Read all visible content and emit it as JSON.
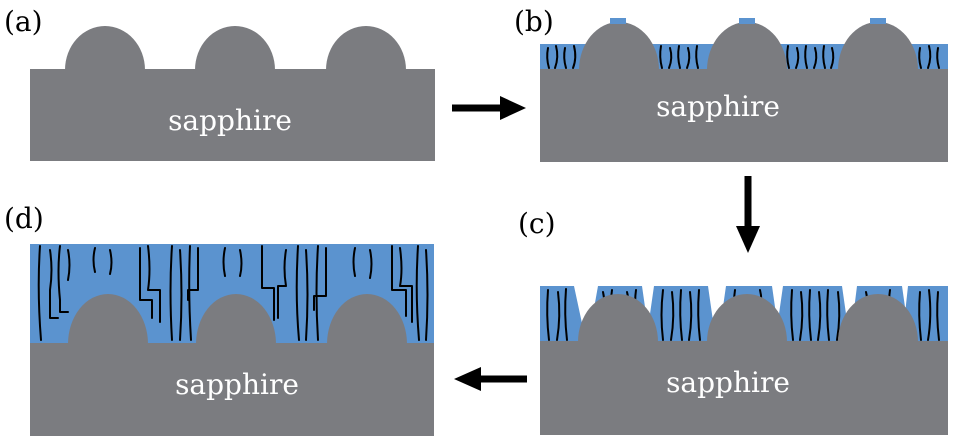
{
  "panels": [
    {
      "label": "(a)",
      "substrate": "sapphire"
    },
    {
      "label": "(b)",
      "substrate": "sapphire"
    },
    {
      "label": "(c)",
      "substrate": "sapphire"
    },
    {
      "label": "(d)",
      "substrate": "sapphire"
    }
  ],
  "colors": {
    "sapphire": "#7b7c80",
    "gan": "#5b93cf",
    "dislocation": "#000000",
    "arrow": "#000000"
  }
}
